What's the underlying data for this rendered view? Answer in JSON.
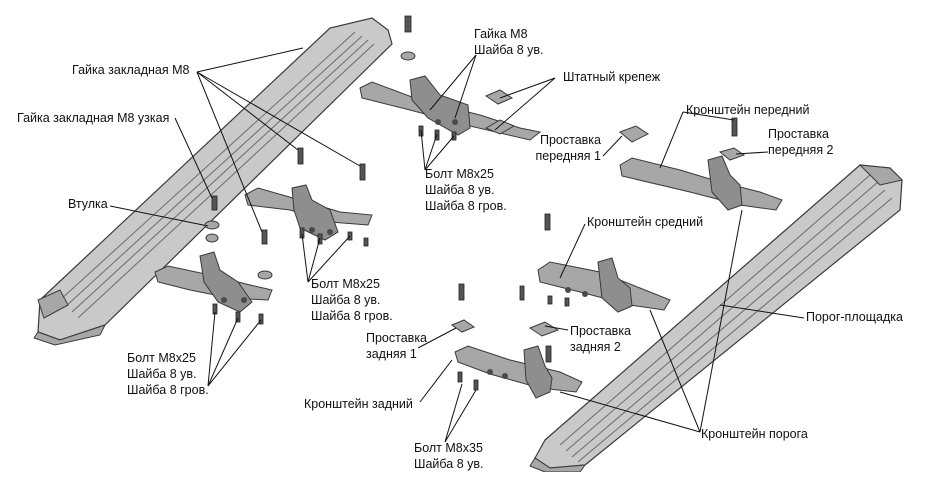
{
  "labels": {
    "nut_m8_embedded": "Гайка закладная М8",
    "nut_m8_embedded_narrow": "Гайка закладная М8 узкая",
    "bushing": "Втулка",
    "nut_m8": "Гайка М8\nШайба 8 ув.",
    "standard_fastener": "Штатный крепеж",
    "bolt_top_center": "Болт М8х25\nШайба 8 ув.\nШайба 8 гров.",
    "bolt_mid_left": "Болт М8х25\nШайба 8 ув.\nШайба 8 гров.",
    "bolt_bottom_left": "Болт М8х25\nШайба 8 ув.\nШайба 8 гров.",
    "bracket_front": "Кронштейн передний",
    "spacer_front_1": "Проставка\nпередняя 1",
    "spacer_front_2": "Проставка\nпередняя 2",
    "bracket_middle": "Кронштейн средний",
    "spacer_rear_1": "Проставка\nзадняя 1",
    "spacer_rear_2": "Проставка\nзадняя 2",
    "bracket_rear": "Кронштейн задний",
    "step_platform": "Порог-площадка",
    "sill_bracket": "Кронштейн порога",
    "bolt_m8x35": "Болт М8х35\nШайба 8 ув."
  }
}
